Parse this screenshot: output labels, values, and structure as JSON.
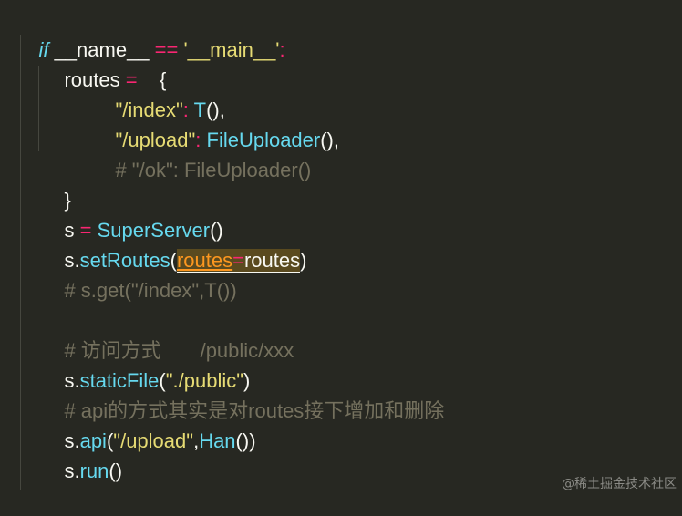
{
  "code": {
    "l1": {
      "kw": "if",
      "a": " __name__ ",
      "op": "==",
      "b": " ",
      "str": "'__main__'",
      "c": ":"
    },
    "l2": {
      "a": "routes ",
      "op": "=",
      "b": "    {"
    },
    "l3": {
      "str": "\"/index\"",
      "op": ":",
      "sp": " ",
      "fn": "T",
      "p": "(),"
    },
    "l4": {
      "str": "\"/upload\"",
      "op": ":",
      "sp": " ",
      "fn": "FileUploader",
      "p": "(),"
    },
    "l5": {
      "cm": "# \"/ok\": FileUploader()"
    },
    "l6": {
      "a": "}"
    },
    "l7": {
      "a": "s ",
      "op": "=",
      "sp": " ",
      "fn": "SuperServer",
      "p": "()"
    },
    "l8": {
      "a": "s.",
      "fn": "setRoutes",
      "p1": "(",
      "param": "routes",
      "op": "=",
      "arg": "routes",
      "p2": ")"
    },
    "l9": {
      "cm": "# s.get(\"/index\",T())"
    },
    "l11": {
      "cm": "# 访问方式       /public/xxx"
    },
    "l12": {
      "a": "s.",
      "fn": "staticFile",
      "p1": "(",
      "str": "\"./public\"",
      "p2": ")"
    },
    "l13": {
      "cm": "# api的方式其实是对routes接下增加和删除"
    },
    "l14": {
      "a": "s.",
      "fn": "api",
      "p1": "(",
      "str": "\"/upload\"",
      "comma": ",",
      "fn2": "Han",
      "p2": "())"
    },
    "l15": {
      "a": "s.",
      "fn": "run",
      "p": "()"
    }
  },
  "watermark": "@稀土掘金技术社区",
  "colors": {
    "background": "#272822",
    "keyword": "#66d9ef",
    "operator": "#f92672",
    "string": "#e6db74",
    "comment": "#75715e",
    "param": "#fd971f",
    "text": "#f8f8f2"
  }
}
